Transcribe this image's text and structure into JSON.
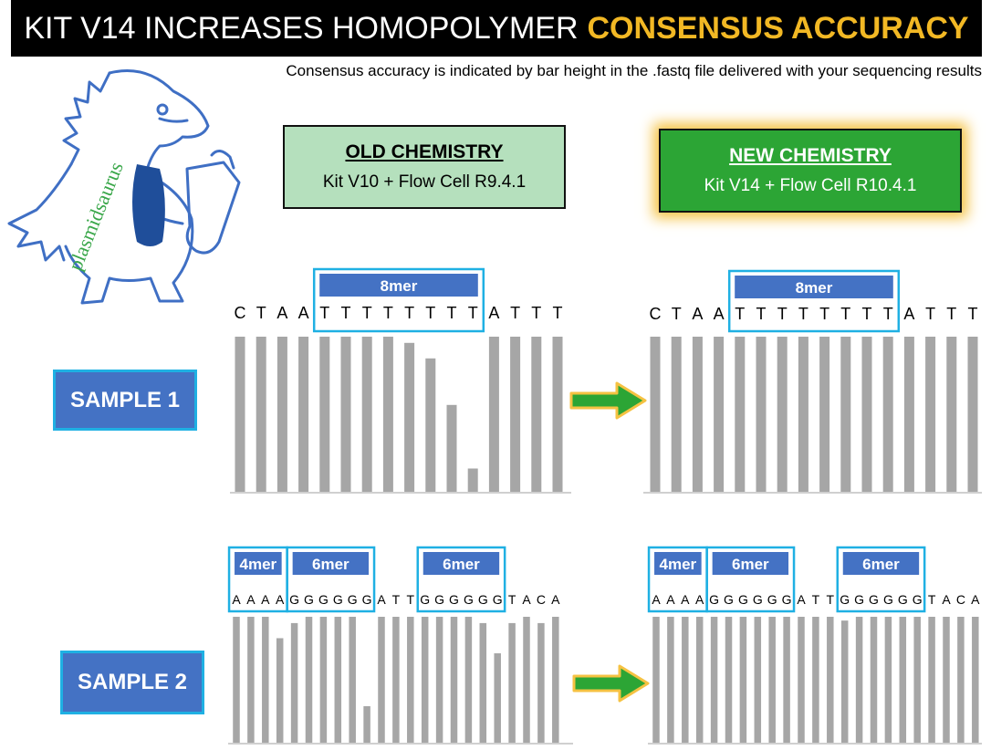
{
  "header": {
    "title_main": "KIT V14 INCREASES HOMOPOLYMER",
    "title_accent": "CONSENSUS ACCURACY",
    "subtitle": "Consensus accuracy is indicated by bar height in the .fastq file delivered with your sequencing results",
    "accent_color": "#f2b824"
  },
  "logo": {
    "text": "plasmidsaurus",
    "icon": "dinosaur-mascot-icon"
  },
  "old_chemistry": {
    "heading": "OLD CHEMISTRY",
    "detail": "Kit V10 + Flow Cell R9.4.1",
    "color": "#b5e0bd"
  },
  "new_chemistry": {
    "heading": "NEW CHEMISTRY",
    "detail": "Kit V14  + Flow Cell R10.4.1",
    "color": "#2ca535"
  },
  "samples": [
    {
      "label": "SAMPLE 1"
    },
    {
      "label": "SAMPLE 2"
    }
  ],
  "chart_data": [
    {
      "type": "bar",
      "panel": "sample-1-old",
      "categories": [
        "C",
        "T",
        "A",
        "A",
        "T",
        "T",
        "T",
        "T",
        "T",
        "T",
        "T",
        "T",
        "A",
        "T",
        "T",
        "T"
      ],
      "values": [
        1.0,
        1.0,
        1.0,
        1.0,
        1.0,
        1.0,
        1.0,
        1.0,
        0.96,
        0.86,
        0.56,
        0.15,
        1.0,
        1.0,
        1.0,
        1.0
      ],
      "groups": [
        {
          "label": "8mer",
          "start": 4,
          "end": 11
        }
      ]
    },
    {
      "type": "bar",
      "panel": "sample-1-new",
      "categories": [
        "C",
        "T",
        "A",
        "A",
        "T",
        "T",
        "T",
        "T",
        "T",
        "T",
        "T",
        "T",
        "A",
        "T",
        "T",
        "T"
      ],
      "values": [
        1,
        1,
        1,
        1,
        1,
        1,
        1,
        1,
        1,
        1,
        1,
        1,
        1,
        1,
        1,
        1
      ],
      "groups": [
        {
          "label": "8mer",
          "start": 4,
          "end": 11
        }
      ]
    },
    {
      "type": "bar",
      "panel": "sample-2-old",
      "categories": [
        "A",
        "A",
        "A",
        "A",
        "G",
        "G",
        "G",
        "G",
        "G",
        "G",
        "A",
        "T",
        "T",
        "G",
        "G",
        "G",
        "G",
        "G",
        "G",
        "T",
        "A",
        "C",
        "A"
      ],
      "values": [
        1,
        1,
        1,
        0.83,
        0.95,
        1,
        1,
        1,
        1,
        0.29,
        1,
        1,
        1,
        1,
        1,
        1,
        1,
        0.95,
        0.71,
        0.95,
        1,
        0.95,
        1
      ],
      "groups": [
        {
          "label": "4mer",
          "start": 0,
          "end": 3
        },
        {
          "label": "6mer",
          "start": 4,
          "end": 9
        },
        {
          "label": "6mer",
          "start": 13,
          "end": 18
        }
      ]
    },
    {
      "type": "bar",
      "panel": "sample-2-new",
      "categories": [
        "A",
        "A",
        "A",
        "A",
        "G",
        "G",
        "G",
        "G",
        "G",
        "G",
        "A",
        "T",
        "T",
        "G",
        "G",
        "G",
        "G",
        "G",
        "G",
        "T",
        "A",
        "C",
        "A"
      ],
      "values": [
        1,
        1,
        1,
        1,
        1,
        1,
        1,
        1,
        1,
        1,
        1,
        1,
        1,
        0.97,
        1,
        1,
        1,
        1,
        1,
        1,
        1,
        1,
        1
      ],
      "groups": [
        {
          "label": "4mer",
          "start": 0,
          "end": 3
        },
        {
          "label": "6mer",
          "start": 4,
          "end": 9
        },
        {
          "label": "6mer",
          "start": 13,
          "end": 18
        }
      ]
    }
  ]
}
